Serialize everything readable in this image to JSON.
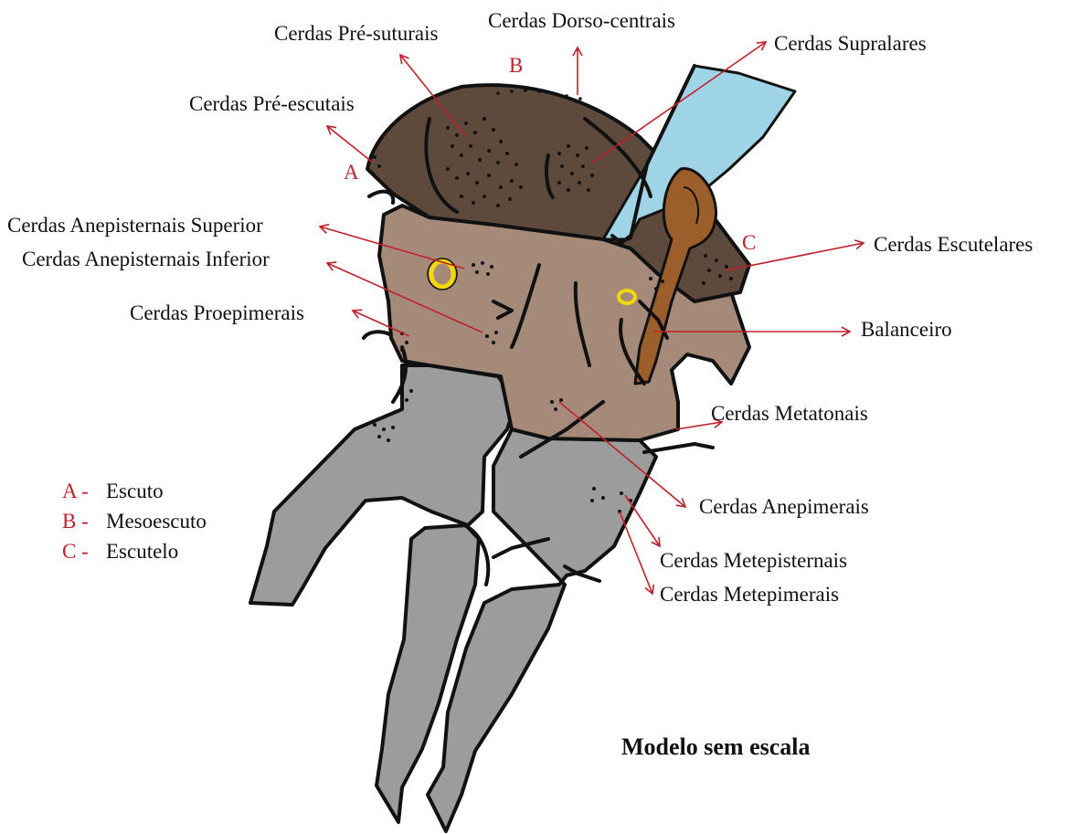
{
  "colors": {
    "scutum_dark": "#5e4a3d",
    "pleura_light": "#a58a7a",
    "leg_gray": "#9c9c9c",
    "wing_blue": "#9ed4e6",
    "haltere_brown": "#9c5f2c",
    "spiracle_yellow": "#f0d800",
    "label_red": "#c0202a"
  },
  "labels": {
    "pre_suturais": "Cerdas Pré-suturais",
    "dorso_centrais": "Cerdas Dorso-centrais",
    "supralares": "Cerdas Supralares",
    "pre_escutais": "Cerdas Pré-escutais",
    "anepisternais_superior": "Cerdas Anepisternais Superior",
    "anepisternais_inferior": "Cerdas Anepisternais Inferior",
    "proepimerais": "Cerdas Proepimerais",
    "escutelares": "Cerdas Escutelares",
    "balanceiro": "Balanceiro",
    "metatonais": "Cerdas Metatonais",
    "anepimerais": "Cerdas Anepimerais",
    "metepisternais": "Cerdas Metepisternais",
    "metepimerais": "Cerdas Metepimerais"
  },
  "region_letters": {
    "a": "A",
    "b": "B",
    "c": "C"
  },
  "legend": [
    {
      "letter": "A -",
      "text": "Escuto"
    },
    {
      "letter": "B -",
      "text": "Mesoescuto"
    },
    {
      "letter": "C -",
      "text": "Escutelo"
    }
  ],
  "footnote": "Modelo sem escala"
}
